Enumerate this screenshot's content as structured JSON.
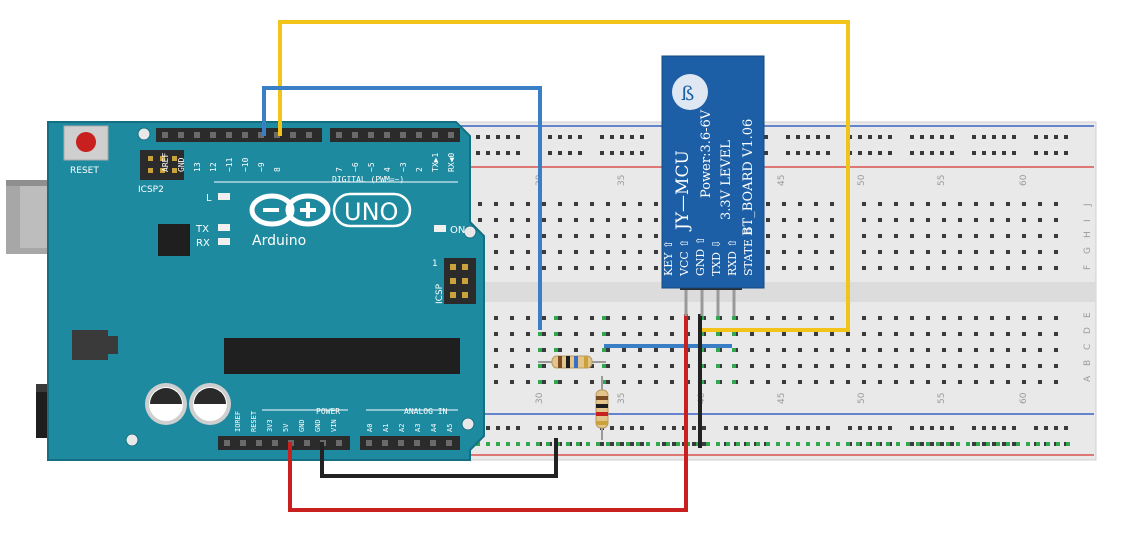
{
  "arduino": {
    "logo_brand": "Arduino",
    "logo_model": "UNO",
    "reset_label": "RESET",
    "icsp2_label": "ICSP2",
    "icsp_label": "ICSP",
    "icsp_pin1": "1",
    "led_l": "L",
    "led_tx": "TX",
    "led_rx": "RX",
    "led_on": "ON",
    "digital_label": "DIGITAL (PWM=~)",
    "power_label": "POWER",
    "analog_label": "ANALOG IN",
    "digital_pins": [
      "AREF",
      "GND",
      "13",
      "12",
      "~11",
      "~10",
      "~9",
      "8",
      "7",
      "~6",
      "~5",
      "4",
      "~3",
      "2",
      "TX▶1",
      "RX◀0"
    ],
    "power_pins": [
      "IOREF",
      "RESET",
      "3V3",
      "5V",
      "GND",
      "GND",
      "VIN"
    ],
    "analog_pins": [
      "A0",
      "A1",
      "A2",
      "A3",
      "A4",
      "A5"
    ]
  },
  "breadboard": {
    "column_numbers": [
      "30",
      "35",
      "40",
      "45",
      "50",
      "55",
      "60"
    ],
    "row_letters_top": [
      "J",
      "I",
      "H",
      "G",
      "F"
    ],
    "row_letters_bottom": [
      "E",
      "D",
      "C",
      "B",
      "A"
    ]
  },
  "bt_module": {
    "title": "JY—MCU",
    "line2": "Power:3.6-6V",
    "line3": "3.3V LEVEL",
    "line4": "BT_BOARD V1.06",
    "pins": [
      "KEY",
      "VCC",
      "GND",
      "TXD",
      "RXD",
      "STATE"
    ],
    "pin_arrows": [
      "⇧",
      "⇧",
      "⇧",
      "⇩",
      "⇧",
      "⇩"
    ]
  },
  "wires": [
    {
      "name": "yellow",
      "color": "#f2c318"
    },
    {
      "name": "blue",
      "color": "#3a7fc6"
    },
    {
      "name": "red",
      "color": "#c8201e"
    },
    {
      "name": "black",
      "color": "#222222"
    }
  ],
  "colors": {
    "board": "#1e8aa0",
    "board_edge": "#156f82",
    "breadboard": "#e9e9e9",
    "rail_red": "#d9534f",
    "rail_blue": "#3b63c4",
    "module": "#1c5fa6"
  }
}
